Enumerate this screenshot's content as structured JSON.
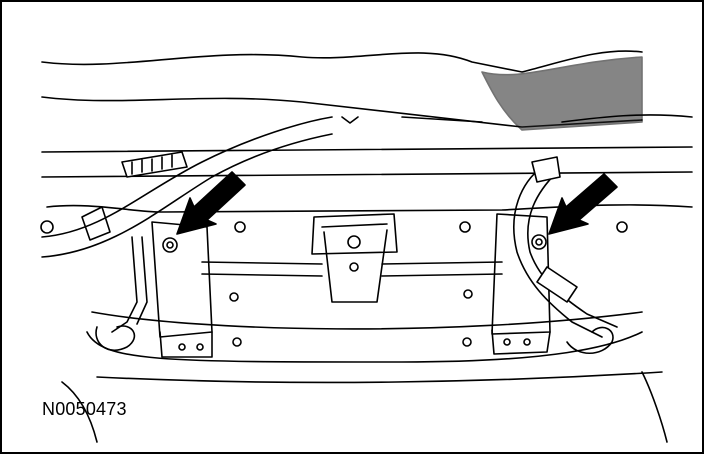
{
  "figure": {
    "code": "N0050473",
    "callouts": [
      {
        "name": "left-arrow",
        "target": "left-bolt"
      },
      {
        "name": "right-arrow",
        "target": "right-bolt"
      }
    ],
    "colors": {
      "ink": "#000000",
      "paper": "#ffffff"
    }
  }
}
